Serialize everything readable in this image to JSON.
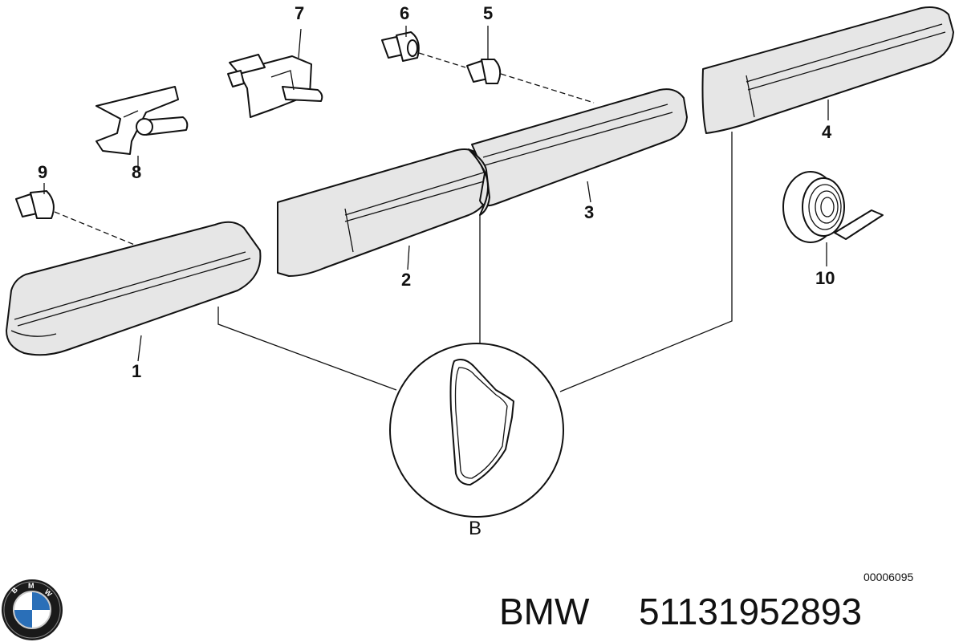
{
  "diagram": {
    "callouts": [
      "1",
      "2",
      "3",
      "4",
      "5",
      "6",
      "7",
      "8",
      "9",
      "10"
    ],
    "detail_label": "B",
    "drawing_number": "00006095",
    "brand": "BMW",
    "part_number": "51131952893"
  },
  "colors": {
    "line": "#111111",
    "molding_fill": "#e6e6e6",
    "background": "#ffffff"
  }
}
